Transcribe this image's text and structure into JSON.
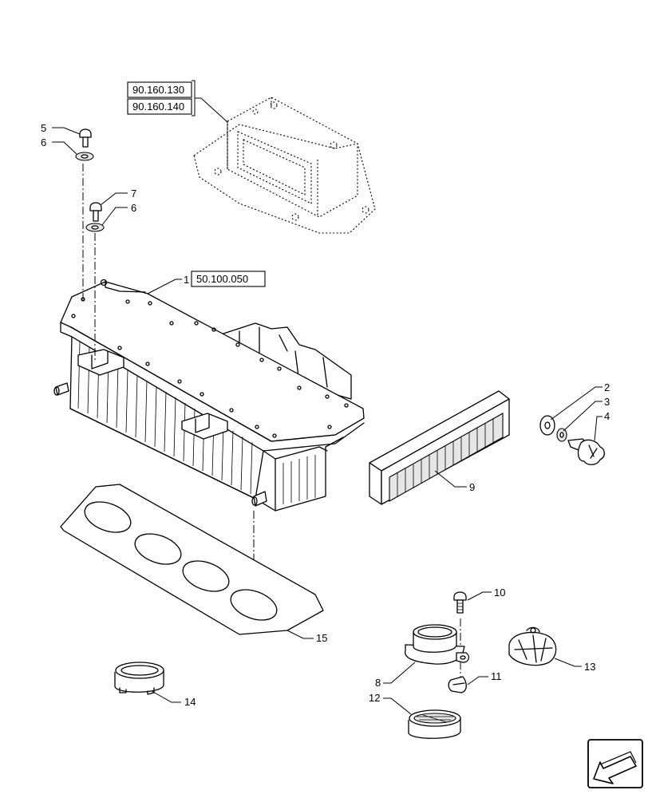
{
  "references": [
    {
      "id": "ref-upper",
      "text": "90.160.130"
    },
    {
      "id": "ref-lower",
      "text": "90.160.140"
    },
    {
      "id": "ref-main",
      "text": "50.100.050"
    }
  ],
  "callouts": {
    "c1": "1",
    "c2": "2",
    "c3": "3",
    "c4": "4",
    "c5": "5",
    "c6a": "6",
    "c6b": "6",
    "c7": "7",
    "c8": "8",
    "c9": "9",
    "c10": "10",
    "c11": "11",
    "c12": "12",
    "c13": "13",
    "c14": "14",
    "c15": "15"
  },
  "nav": {
    "icon": "previous-page-arrow-icon"
  }
}
